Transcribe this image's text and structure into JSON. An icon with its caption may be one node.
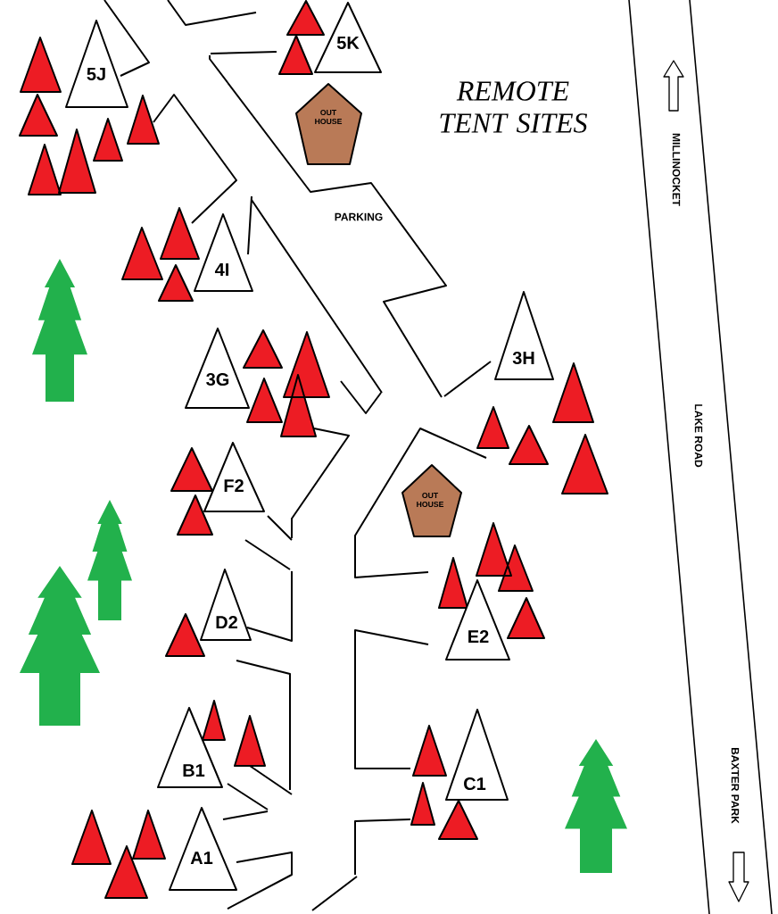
{
  "diagram": {
    "title": "REMOTE TENT SITES",
    "nodes": [
      {
        "text": [
          "5J"
        ]
      },
      {
        "text": [
          "5K"
        ]
      },
      {
        "text": [
          "OUT HOUSE"
        ]
      },
      {
        "text": [
          "4I"
        ]
      },
      {
        "text": [
          "3G"
        ]
      },
      {
        "text": [
          "3H"
        ]
      },
      {
        "text": [
          "F2"
        ]
      },
      {
        "text": [
          "OUT HOUSE"
        ]
      },
      {
        "text": [
          "D2"
        ]
      },
      {
        "text": [
          "E2"
        ]
      },
      {
        "text": [
          "B1"
        ]
      },
      {
        "text": [
          "C1"
        ]
      },
      {
        "text": [
          "A1"
        ]
      }
    ],
    "labels": [
      "PARKING",
      "MILLINOCKET",
      "LAKE ROAD",
      "BAXTER PARK"
    ]
  }
}
